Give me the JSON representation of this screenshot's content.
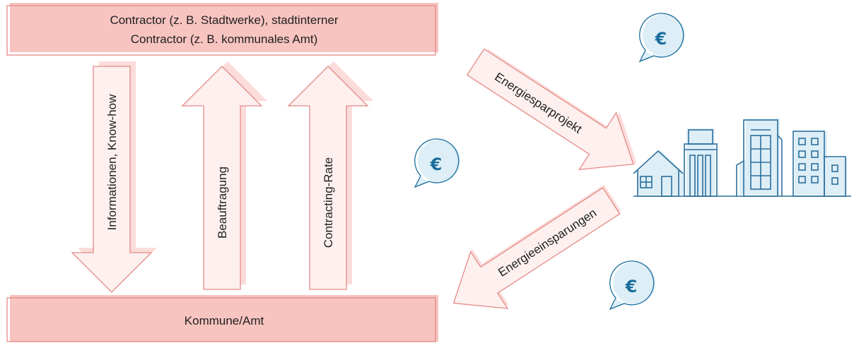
{
  "boxes": {
    "top_line1": "Contractor (z. B. Stadtwerke), stadtinterner",
    "top_line2": "Contractor (z. B. kommunales Amt)",
    "bottom": "Kommune/Amt"
  },
  "arrows": {
    "info": "Informationen, Know-how",
    "auftrag": "Beauftragung",
    "rate": "Contracting-Rate",
    "projekt": "Energiesparprojekt",
    "einsparung": "Energieeinsparungen"
  },
  "currency_symbol": "€",
  "colors": {
    "box_fill": "#f7c4c0",
    "box_stroke": "#e58a86",
    "arrow_fill": "#fdf0ef",
    "arrow_stroke": "#e58a86",
    "bubble_fill": "#ddeef7",
    "bubble_stroke": "#1a6d9c",
    "city_fill": "#ddeef7",
    "city_stroke": "#2c6f9b"
  },
  "icons": [
    "euro-speech-bubble-icon",
    "city-buildings-icon"
  ]
}
